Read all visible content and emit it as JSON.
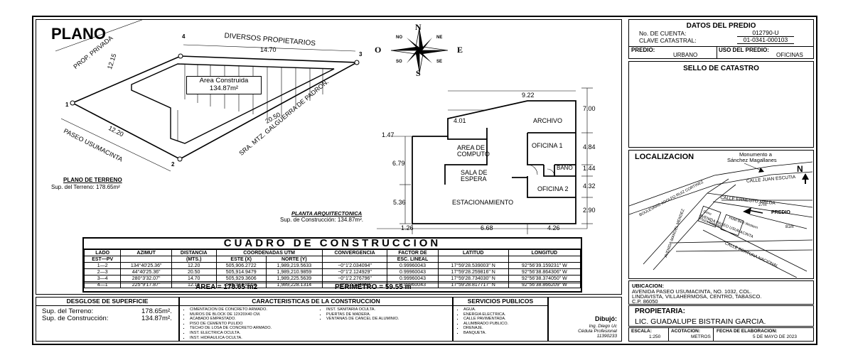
{
  "title": "PLANO",
  "terreno": {
    "vertices": [
      "1",
      "2",
      "3",
      "4"
    ],
    "sides": {
      "s14": "12.15",
      "s43": "14.70",
      "s32": "20.50",
      "s21": "12.20"
    },
    "labels": {
      "prop_privada": "PROP. PRIVADA",
      "diversos": "DIVERSOS PROPIETARIOS",
      "sra": "SRA. MTZ. GALGUERRA DE PADRON.",
      "paseo": "PASEO USUMACINTA"
    },
    "area_label": "Area Construida",
    "area_value": "134.87m²",
    "caption": "PLANO DE TERRENO",
    "sub": "Sup. del Terreno: 178.65m²"
  },
  "compass": {
    "n": "N",
    "s": "S",
    "e": "E",
    "o": "O",
    "no": "NO",
    "ne": "NE",
    "so": "SO",
    "se": "SE"
  },
  "planta": {
    "rooms": {
      "archivo": "ARCHIVO",
      "oficina1": "OFICINA 1",
      "bano": "BAÑO",
      "oficina2": "OFICINA 2",
      "area_computo_1": "AREA DE",
      "area_computo_2": "COMPUTO",
      "sala_1": "SALA DE",
      "sala_2": "ESPERA",
      "estacionamiento": "ESTACIONAMIENTO"
    },
    "dims": {
      "top": "9.22",
      "d401": "4.01",
      "d147": "1.47",
      "d679": "6.79",
      "d536": "5.36",
      "d700": "7.00",
      "d484": "4.84",
      "d144": "1.44",
      "d432": "4.32",
      "d290": "2.90",
      "b126": "1.26",
      "b668": "6.68",
      "b426": "4.26"
    },
    "caption": "PLANTA ARQUITECTONICA",
    "sub": "Sup. de Construcción: 134.87m²."
  },
  "cuadro": {
    "title": "CUADRO DE CONSTRUCCION",
    "headers1": [
      "LADO",
      "AZIMUT",
      "DISTANCIA",
      "COORDENADAS UTM",
      "CONVERGENCIA",
      "FACTOR DE",
      "LATITUD",
      "LONGITUD"
    ],
    "headers2": [
      "EST—PV",
      "",
      "(MTS.)",
      "ESTE (X)",
      "NORTE (Y)",
      "",
      "ESC. LINEAL",
      "",
      ""
    ],
    "rows": [
      [
        "1—2",
        "134°40'25.36\"",
        "12.20",
        "505,906.2722",
        "1,989,219.5633",
        "−0°1'2.034094\"",
        "0.99960043",
        "17°59'28.539003\" N",
        "92°56'39.159231\" W"
      ],
      [
        "2—3",
        "44°40'25.36\"",
        "20.50",
        "505,914.9479",
        "1,989,210.9859",
        "−0°1'2.124929\"",
        "0.99960043",
        "17°59'28.259816\" N",
        "92°56'38.864306\" W"
      ],
      [
        "3—4",
        "280°3'32.07\"",
        "14.70",
        "505,929.3606",
        "1,989,225.5639",
        "−0°1'2.276796\"",
        "0.99960043",
        "17°59'28.734030\" N",
        "92°56'38.374050\" W"
      ],
      [
        "4—1",
        "225°9'17.87\"",
        "12.15",
        "505,914.8668",
        "1,989,228.1314",
        "−0°1'2.124859\"",
        "0.99960043",
        "17°59'28.817717\" N",
        "92°56'38.866209\" W"
      ]
    ],
    "area": "AREA = 178.65 m2",
    "perimetro": "PERIMETRO = 59.55 m"
  },
  "desglose": {
    "title": "DESGLOSE DE SUPERFICIE",
    "rows": [
      {
        "label": "Sup. del Terreno:",
        "value": "178.65m²."
      },
      {
        "label": "Sup. de Construcción:",
        "value": "134.87m²."
      }
    ]
  },
  "caracteristicas": {
    "title": "CARACTERISTICAS DE LA CONSTRUCCION",
    "col1": [
      "CIMENTACION DE CONCRETO ARMADO.",
      "MUROS DE BLOCK DE 12X20X40 CM.",
      "ACABADO EMPASTADO.",
      "PISO DE CEMENTO PULIDO",
      "TECHO DE LOSA DE CONCRETO ARMADO.",
      "INST. ELECTRICA OCULTA.",
      "INST. HIDRAULICA OCULTA."
    ],
    "col2": [
      "INST. SANITARIA OCULTA.",
      "PUERTAS DE MADERA.",
      "VENTANAS DE CANCEL DE ALUMINIO."
    ]
  },
  "servicios": {
    "title": "SERVICIOS PUBLICOS",
    "items": [
      "AGUA.",
      "ENERGIA ELECTRICA.",
      "CALLE PAVIMENTADA.",
      "ALUMBRADO PUBLICO.",
      "DRENAJE.",
      "BANQUETA."
    ]
  },
  "dibujo": {
    "label": "Dibujó:",
    "name": "Ing. Diego Uc",
    "cedula": "Cédula Profesional",
    "numero": "11390233"
  },
  "predio": {
    "title": "DATOS DEL PREDIO",
    "cuenta_label": "No. DE CUENTA:",
    "cuenta": "012790-U",
    "clave_label": "CLAVE CATASTRAL:",
    "clave": "01-0341-000103",
    "predio_label": "PREDIO:",
    "predio": "URBANO",
    "uso_label": "USO DEL PREDIO:",
    "uso": "OFICINAS"
  },
  "sello": "SELLO DE CATASTRO",
  "localizacion": {
    "title": "LOCALIZACION",
    "monumento_1": "Monumento a",
    "monumento_2": "Sánchez Magallanes",
    "n": "N",
    "streets": {
      "juan": "CALLE JUAN ESCUTIA",
      "ernesto": "CALLE ERNESTO MALDA",
      "paseo": "AVENIDA PASEO USUMACINTA",
      "fortuna": "CALLE FORTUNA NACIONAL",
      "mendez": "AVENIDA MANUEL MENDEZ",
      "ruiz": "BOULEVARD ADOLFO RUIZ CORTINEZ",
      "predio": "PREDIO",
      "hotel": "Hotel Best Western",
      "oxxo": "Oxxo",
      "plaza": "Plaza Galerias",
      "d81": "81m",
      "d27": "27m"
    }
  },
  "ubicacion": {
    "label": "UBICACION:",
    "line1": "AVENIDA PASEO USUMACINTA, NO. 1032, COL.",
    "line2": "LINDAVISTA, VILLAHERMOSA, CENTRO, TABASCO.",
    "line3": "C.P. 86050"
  },
  "propietaria": {
    "label": "PROPIETARIA:",
    "name": "LIC. GUADALUPE BISTRAIN GARCIA."
  },
  "footer": {
    "escala_label": "ESCALA:",
    "escala": "1:250",
    "acot_label": "ACOTACION:",
    "acot": "METROS",
    "fecha_label": "FECHA DE ELABORACION:",
    "fecha": "5 DE MAYO DE 2023"
  }
}
